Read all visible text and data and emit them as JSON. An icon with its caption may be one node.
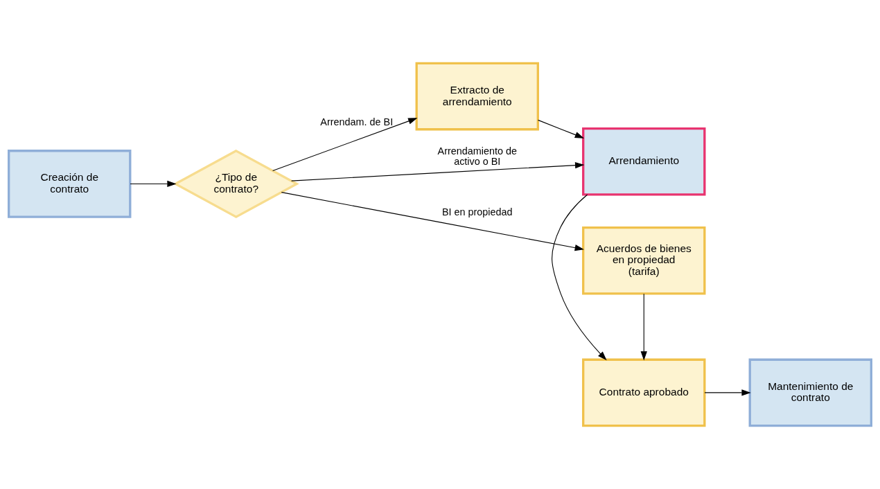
{
  "diagram": {
    "nodes": [
      {
        "text": [
          "Creación de contrato"
        ]
      },
      {
        "text": [
          "¿Tipo de contrato?"
        ]
      },
      {
        "text": [
          "Extracto de arrendamiento"
        ]
      },
      {
        "text": [
          "Arrendamiento"
        ]
      },
      {
        "text": [
          "Contrato aprobado"
        ]
      },
      {
        "text": [
          "Mantenimiento de contrato"
        ]
      },
      {
        "text": [
          "Acuerdos de bienes en propiedad (tarifa)"
        ]
      }
    ],
    "edges": [
      {
        "from": 0,
        "to": 1,
        "arrow": "to"
      },
      {
        "from": 1,
        "to": 3,
        "arrow": "to",
        "label": "Arrendamiento de activo o BI"
      },
      {
        "from": 1,
        "to": 2,
        "arrow": "to",
        "label": "Arrendam. de BI"
      },
      {
        "from": 2,
        "to": 3,
        "arrow": "to"
      },
      {
        "from": 3,
        "to": 4,
        "arrow": "to"
      },
      {
        "from": 4,
        "to": 5,
        "arrow": "to"
      },
      {
        "from": 1,
        "to": 6,
        "arrow": "to",
        "label": "BI en propiedad"
      },
      {
        "from": 6,
        "to": 4,
        "arrow": "to"
      }
    ]
  }
}
